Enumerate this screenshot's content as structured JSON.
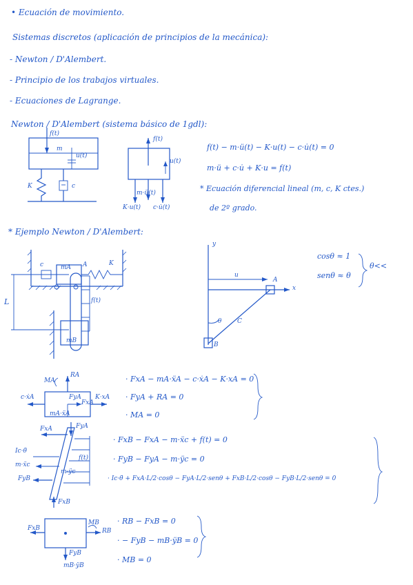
{
  "headings": {
    "title": "• Ecuación de movimiento.",
    "discrete": "Sistemas discretos (aplicación de principios de la mecánica):",
    "bullet1": "- Newton / D'Alembert.",
    "bullet2": "- Principio de los trabajos virtuales.",
    "bullet3": "- Ecuaciones de Lagrange.",
    "newton_header": "Newton / D'Alembert (sistema básico de 1gdl):",
    "example_header": "* Ejemplo Newton / D'Alembert:"
  },
  "basic_system": {
    "labels": {
      "force": "f(t)",
      "mass": "m",
      "disp": "u(t)",
      "spring": "K",
      "damper": "c",
      "inertia": "m·ü(t)",
      "spring_force": "K·u(t)",
      "damper_force": "c·u̇(t)"
    },
    "eq1": "f(t) − m·ü(t) − K·u(t) − c·u̇(t) = 0",
    "eq2": "m·ü + c·u̇ + K·u = f(t)",
    "note1": "* Ecuación diferencial lineal (m, c, K ctes.)",
    "note2": "de 2º grado."
  },
  "example": {
    "labels": {
      "c": "c",
      "mA": "mA",
      "A": "A",
      "K": "K",
      "L": "L",
      "ft": "f(t)",
      "mB": "mB",
      "y": "y",
      "x": "x",
      "u": "u",
      "theta": "θ",
      "C": "C",
      "B": "B"
    },
    "approx1": "cosθ ≈ 1",
    "approx2": "senθ ≈ θ",
    "approx_cond": "θ<<"
  },
  "fbd_A": {
    "labels": {
      "MA": "MA",
      "RA": "RA",
      "cxA": "c·ẋA",
      "FyA": "FyA",
      "FxA": "FxA",
      "KxA": "K·xA",
      "mAxA": "mA·ẍA"
    },
    "eqs": [
      "· FxA − mA·ẍA − c·ẋA − K·xA = 0",
      "· FyA + RA = 0",
      "· MA = 0"
    ]
  },
  "fbd_bar": {
    "labels": {
      "FxA": "FxA",
      "FyA": "FyA",
      "Ic": "Ic·θ̈",
      "mxc": "m·ẍc",
      "ft": "f(t)",
      "FyB": "FyB",
      "FxB": "FxB",
      "myc": "m·ÿc"
    },
    "eqs": [
      "· FxB − FxA − m·ẍc + f(t) = 0",
      "· FyB − FyA − m·ÿc = 0",
      "· Ic·θ̈ + FxA·L/2·cosθ − FyA·L/2·senθ + FxB·L/2·cosθ − FyB·L/2·senθ = 0"
    ]
  },
  "fbd_B": {
    "labels": {
      "FxB": "FxB",
      "MB": "MB",
      "RB": "RB",
      "FyB": "FyB",
      "mByB": "mB·ÿB"
    },
    "eqs": [
      "· RB − FxB = 0",
      "· − FyB − mB·ÿB = 0",
      "· MB = 0"
    ]
  }
}
